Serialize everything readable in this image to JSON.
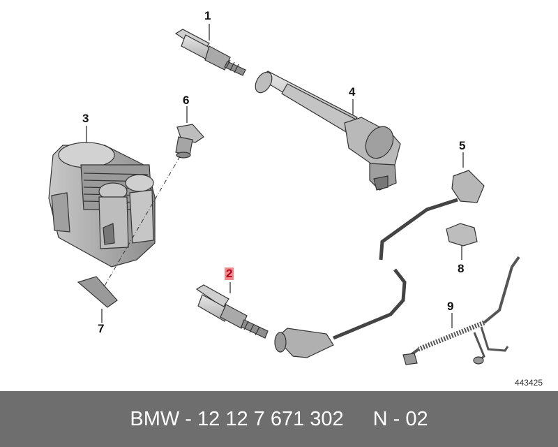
{
  "callouts": {
    "c1": "1",
    "c2": "2",
    "c3": "3",
    "c4": "4",
    "c5": "5",
    "c6": "6",
    "c7": "7",
    "c8": "8",
    "c9": "9"
  },
  "reference_number": "443425",
  "footer": {
    "part_number": "BMW - 12 12 7 671 302",
    "position": "N - 02"
  },
  "colors": {
    "highlight": "#f08a8a",
    "footer_bg": "#6e6e6e",
    "part_fill": "#d4d4d4",
    "part_dark": "#8a8a8a"
  }
}
